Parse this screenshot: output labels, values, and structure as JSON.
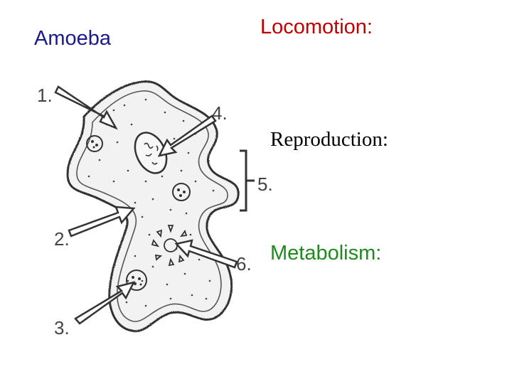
{
  "title": "Amoeba",
  "headings": {
    "locomotion": "Locomotion:",
    "reproduction": "Reproduction:",
    "metabolism": "Metabolism:"
  },
  "pointer_labels": [
    "1.",
    "2.",
    "3.",
    "4.",
    "5.",
    "6."
  ],
  "colors": {
    "title": "#1a1a8c",
    "locomotion": "#c00000",
    "reproduction": "#000000",
    "metabolism": "#1f8a1f",
    "ink": "#333333",
    "cell_fill": "#f1f1f1"
  }
}
